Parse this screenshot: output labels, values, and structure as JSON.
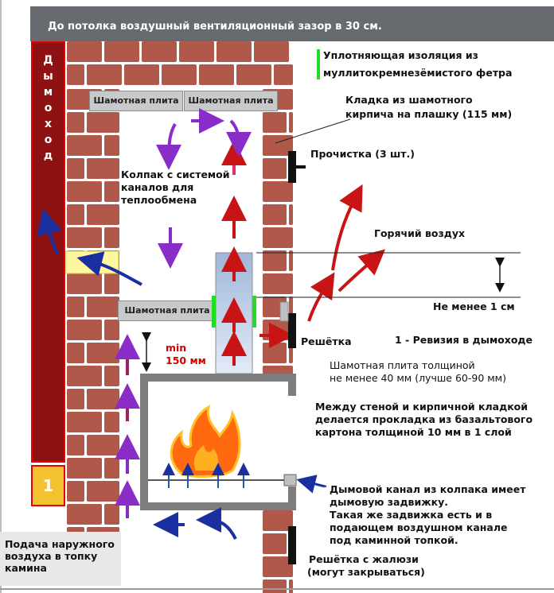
{
  "colors": {
    "brick": "#b0584a",
    "brick_mortar": "#ffffff",
    "flue": "#8e1212",
    "flue_border": "#e60000",
    "banner": "#676b70",
    "plate": "#c8c9cb",
    "insulation": "#22dd22",
    "hot_air": "#c81414",
    "cold_air": "#1a2fa0",
    "recirculation": "#8a2cc8",
    "firebox": "#7d7d7d",
    "flame": "#ff6a10"
  },
  "banner": {
    "text": "До потолка воздушный вентиляционный зазор в 30 см."
  },
  "flue": {
    "letters": [
      "Д",
      "ы",
      "м",
      "о",
      "х",
      "о",
      "д"
    ],
    "revision_number": "1"
  },
  "plates": {
    "top_left": "Шамотная плита",
    "top_right": "Шамотная плита",
    "middle": "Шамотная плита"
  },
  "labels": {
    "insulation_line1": "Уплотняющая изоляция из",
    "insulation_line2": "муллитокремнезёмистого фетра",
    "masonry_line1": "Кладка из шамотного",
    "masonry_line2": "кирпича на плашку (115 мм)",
    "cleanout": "Прочистка (3 шт.)",
    "hood_line1": "Колпак с системой",
    "hood_line2": "каналов для",
    "hood_line3": "теплообмена",
    "hot_air": "Горячий воздух",
    "min_gap": "Не менее 1 см",
    "grille": "Решётка",
    "revision_note": "1 - Ревизия в дымоходе",
    "min_label": "min",
    "min_value": "150 мм",
    "plate_thickness_line1": "Шамотная плита толщиной",
    "plate_thickness_line2": "не менее 40 мм (лучше 60-90 мм)",
    "basalt_line1": "Между стеной и кирпичной кладкой",
    "basalt_line2": "делается прокладка из базальтового",
    "basalt_line3": "картона толщиной 10 мм в 1 слой",
    "damper_line1": "Дымовой канал из колпака имеет",
    "damper_line2": "дымовую задвижку.",
    "damper_line3": "Такая же задвижка есть и в",
    "damper_line4": "подающем воздушном канале",
    "damper_line5": "под каминной топкой.",
    "louver_line1": "Решётка с жалюзи",
    "louver_line2": "(могут закрываться)",
    "outside_air_line1": "Подача наружного",
    "outside_air_line2": "воздуха в топку",
    "outside_air_line3": "камина"
  }
}
